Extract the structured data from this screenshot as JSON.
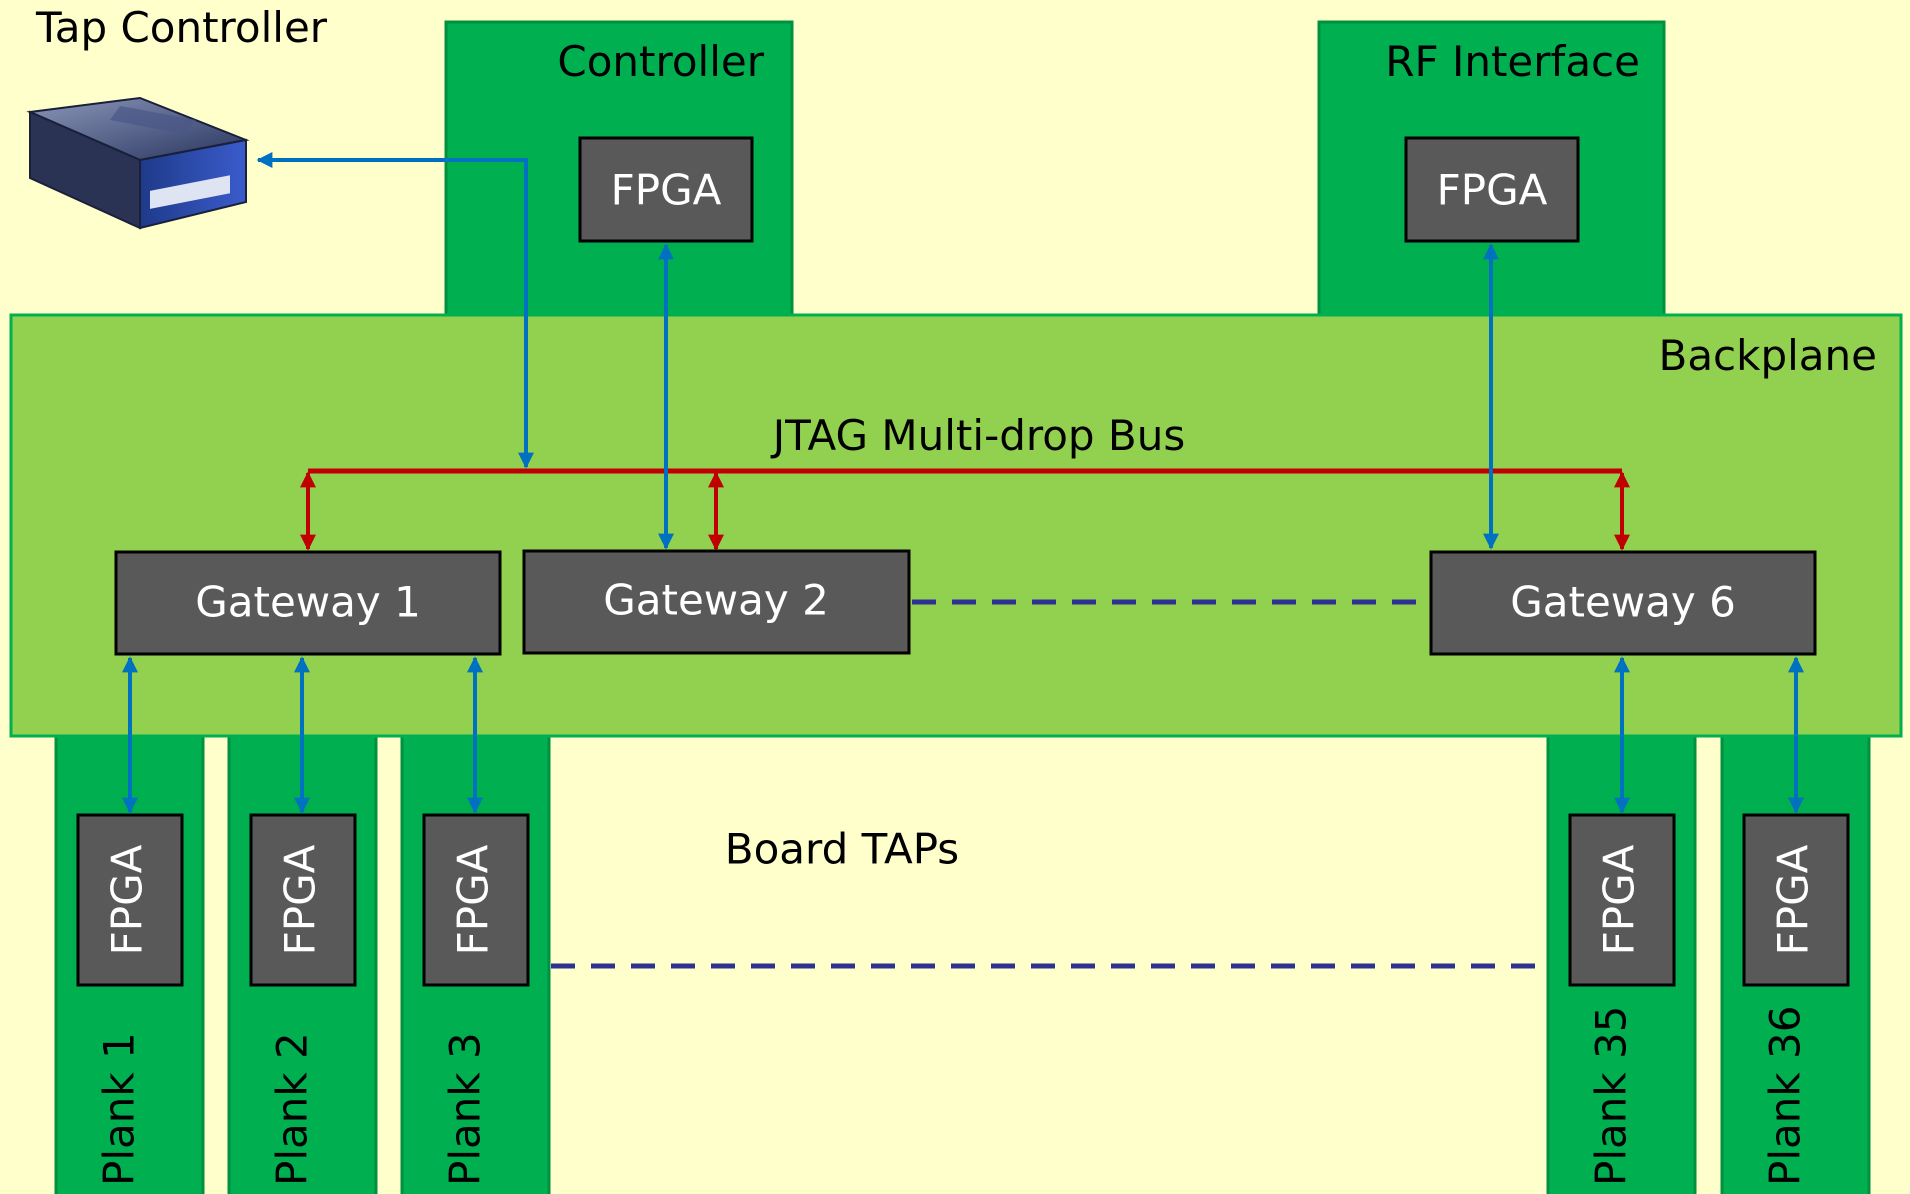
{
  "tap_controller": {
    "label": "Tap Controller"
  },
  "controller": {
    "label": "Controller",
    "fpga_label": "FPGA"
  },
  "rf_interface": {
    "label": "RF Interface",
    "fpga_label": "FPGA"
  },
  "backplane": {
    "label": "Backplane",
    "bus_label": "JTAG Multi-drop Bus"
  },
  "gateways": [
    {
      "label": "Gateway 1"
    },
    {
      "label": "Gateway 2"
    },
    {
      "label": "Gateway 6"
    }
  ],
  "board_taps_label": "Board TAPs",
  "planks": [
    {
      "label": "Plank 1",
      "fpga_label": "FPGA"
    },
    {
      "label": "Plank 2",
      "fpga_label": "FPGA"
    },
    {
      "label": "Plank 3",
      "fpga_label": "FPGA"
    },
    {
      "label": "Plank 35",
      "fpga_label": "FPGA"
    },
    {
      "label": "Plank 36",
      "fpga_label": "FPGA"
    }
  ],
  "colors": {
    "background": "#ffffcc",
    "module_green": "#00b050",
    "backplane_green": "#92d050",
    "chip_gray": "#595959",
    "blue_link": "#0070c0",
    "red_bus": "#c00000",
    "dashed_navy": "#2e3192"
  }
}
